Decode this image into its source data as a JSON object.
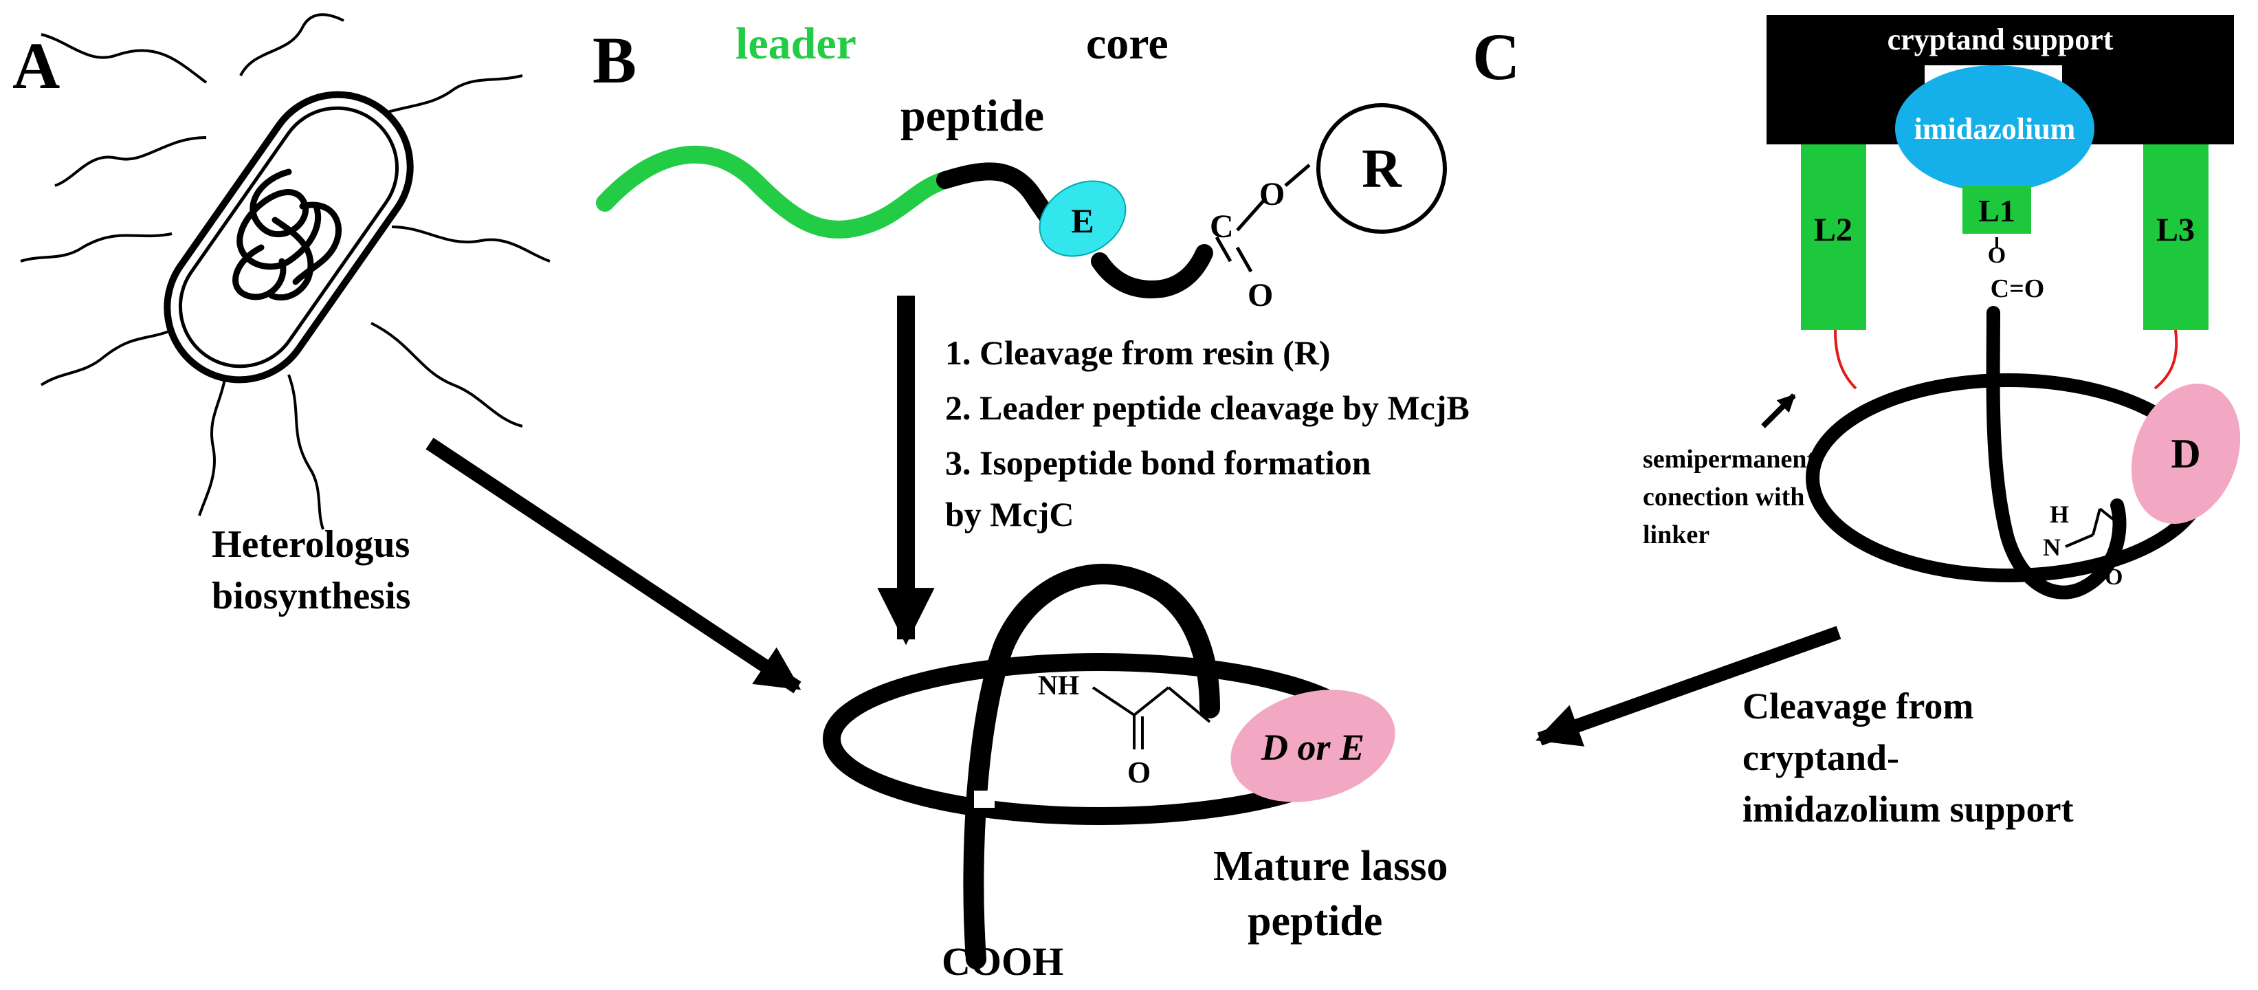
{
  "panels": {
    "a": {
      "letter": "A",
      "caption_line1": "Heterologus",
      "caption_line2": "biosynthesis"
    },
    "b": {
      "letter": "B",
      "leader_label": "leader",
      "core_label": "core",
      "peptide_label": "peptide",
      "residue_e": "E",
      "resin": "R",
      "carbonyl_c": "C",
      "carbonyl_o": "O",
      "ester_o": "O",
      "steps": [
        "1. Cleavage from resin (R)",
        "2. Leader peptide cleavage by McjB",
        "3. Isopeptide bond formation",
        "by McjC"
      ]
    },
    "c": {
      "letter": "C",
      "support_label": "cryptand support",
      "imidazolium": "imidazolium",
      "linkers": [
        "L2",
        "L1",
        "L3"
      ],
      "carbonyl": "C=O",
      "ester_o": "O",
      "amide_h": "H",
      "amide_n": "N",
      "amide_o": "O",
      "residue_d": "D",
      "note_line1": "semipermanent",
      "note_line2": "conection with",
      "note_line3": "linker",
      "caption_line1": "Cleavage from",
      "caption_line2": "cryptand-",
      "caption_line3": "imidazolium support"
    },
    "mature": {
      "nh": "NH",
      "o": "O",
      "residue": "D or E",
      "cooh": "COOH",
      "caption_line1": "Mature lasso",
      "caption_line2": "peptide"
    }
  },
  "colors": {
    "leader_green": "#22cc44",
    "linker_green": "#1ec83c",
    "residue_cyan": "#33e6ee",
    "imidazolium_blue": "#15b0ea",
    "residue_pink": "#f2a8c2",
    "red_tether": "#e21a1a",
    "ink": "#000000"
  }
}
